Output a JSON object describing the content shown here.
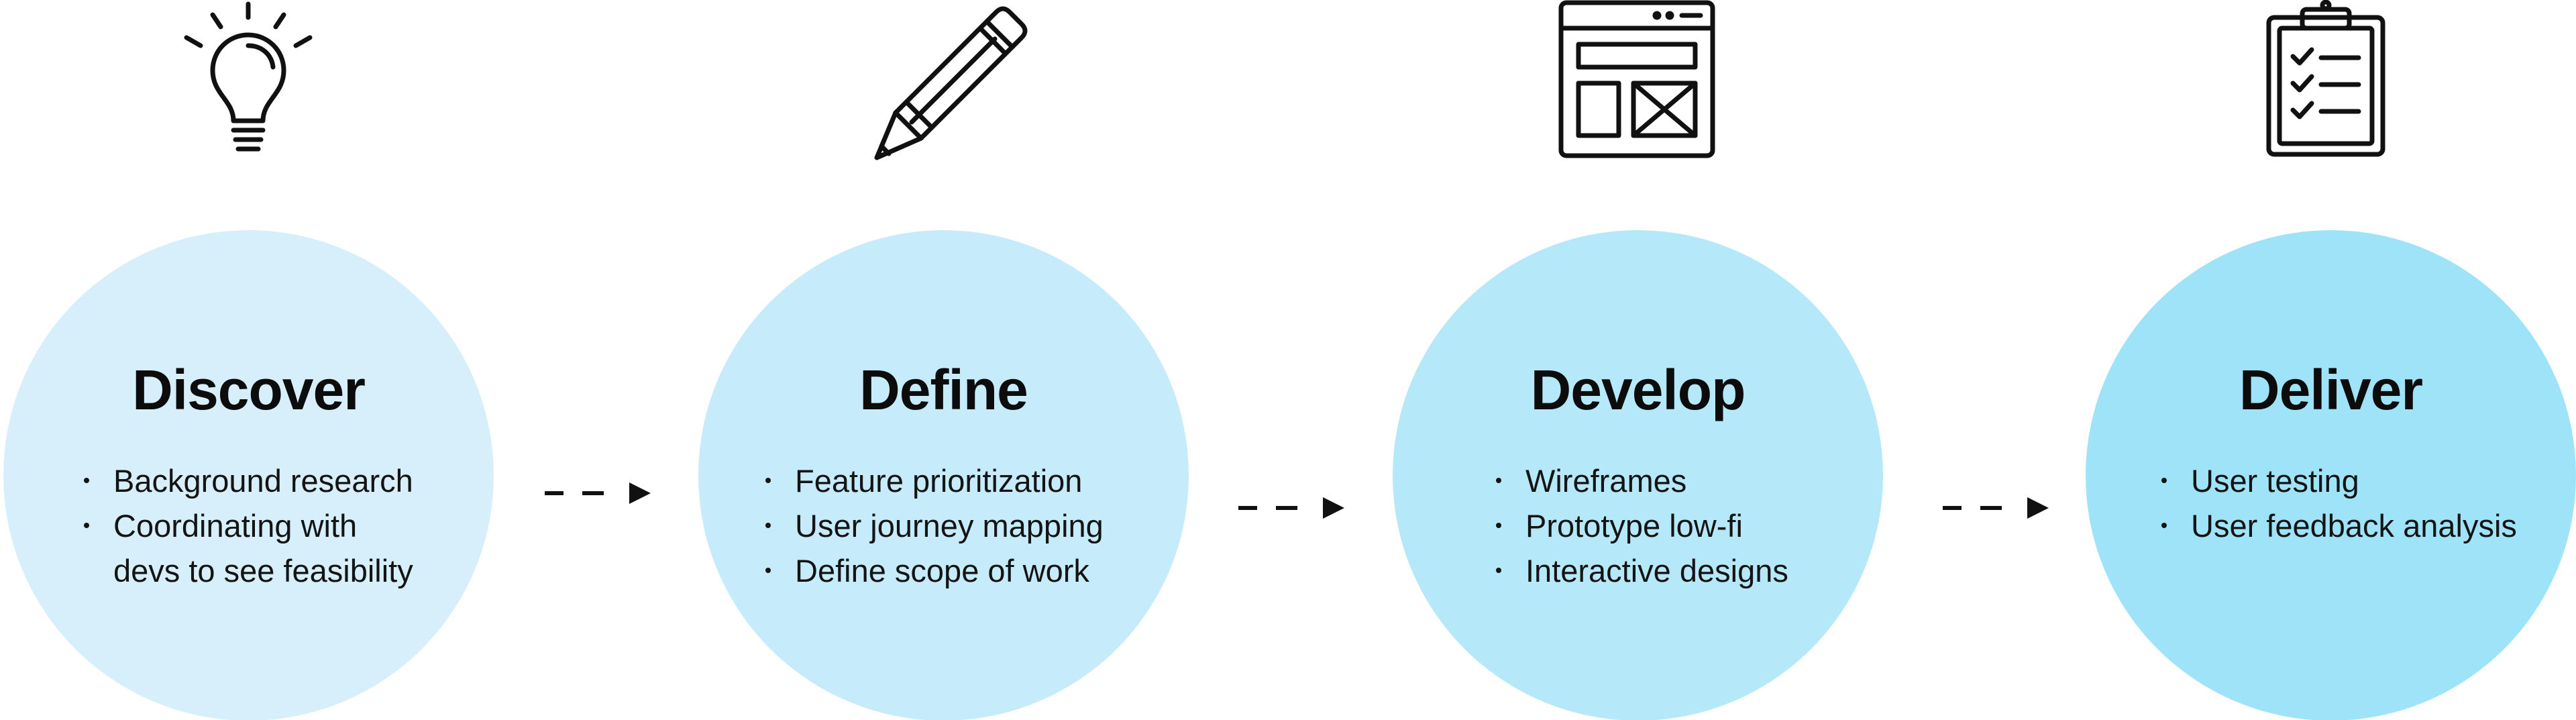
{
  "stages": [
    {
      "title": "Discover",
      "icon": "lightbulb-icon",
      "color": "#d6effb",
      "items": [
        "Background research",
        "Coordinating with",
        "devs to see feasibility"
      ]
    },
    {
      "title": "Define",
      "icon": "pencil-icon",
      "color": "#c6ecfb",
      "items": [
        "Feature prioritization",
        "User journey mapping",
        "Define scope of work"
      ]
    },
    {
      "title": "Develop",
      "icon": "wireframe-browser-icon",
      "color": "#b5e9fa",
      "items": [
        "Wireframes",
        "Prototype low-fi",
        "Interactive designs"
      ]
    },
    {
      "title": "Deliver",
      "icon": "checklist-clipboard-icon",
      "color": "#9fe3f9",
      "items": [
        "User testing",
        "User feedback analysis"
      ]
    }
  ],
  "connector_icon": "dashed-arrow-icon"
}
